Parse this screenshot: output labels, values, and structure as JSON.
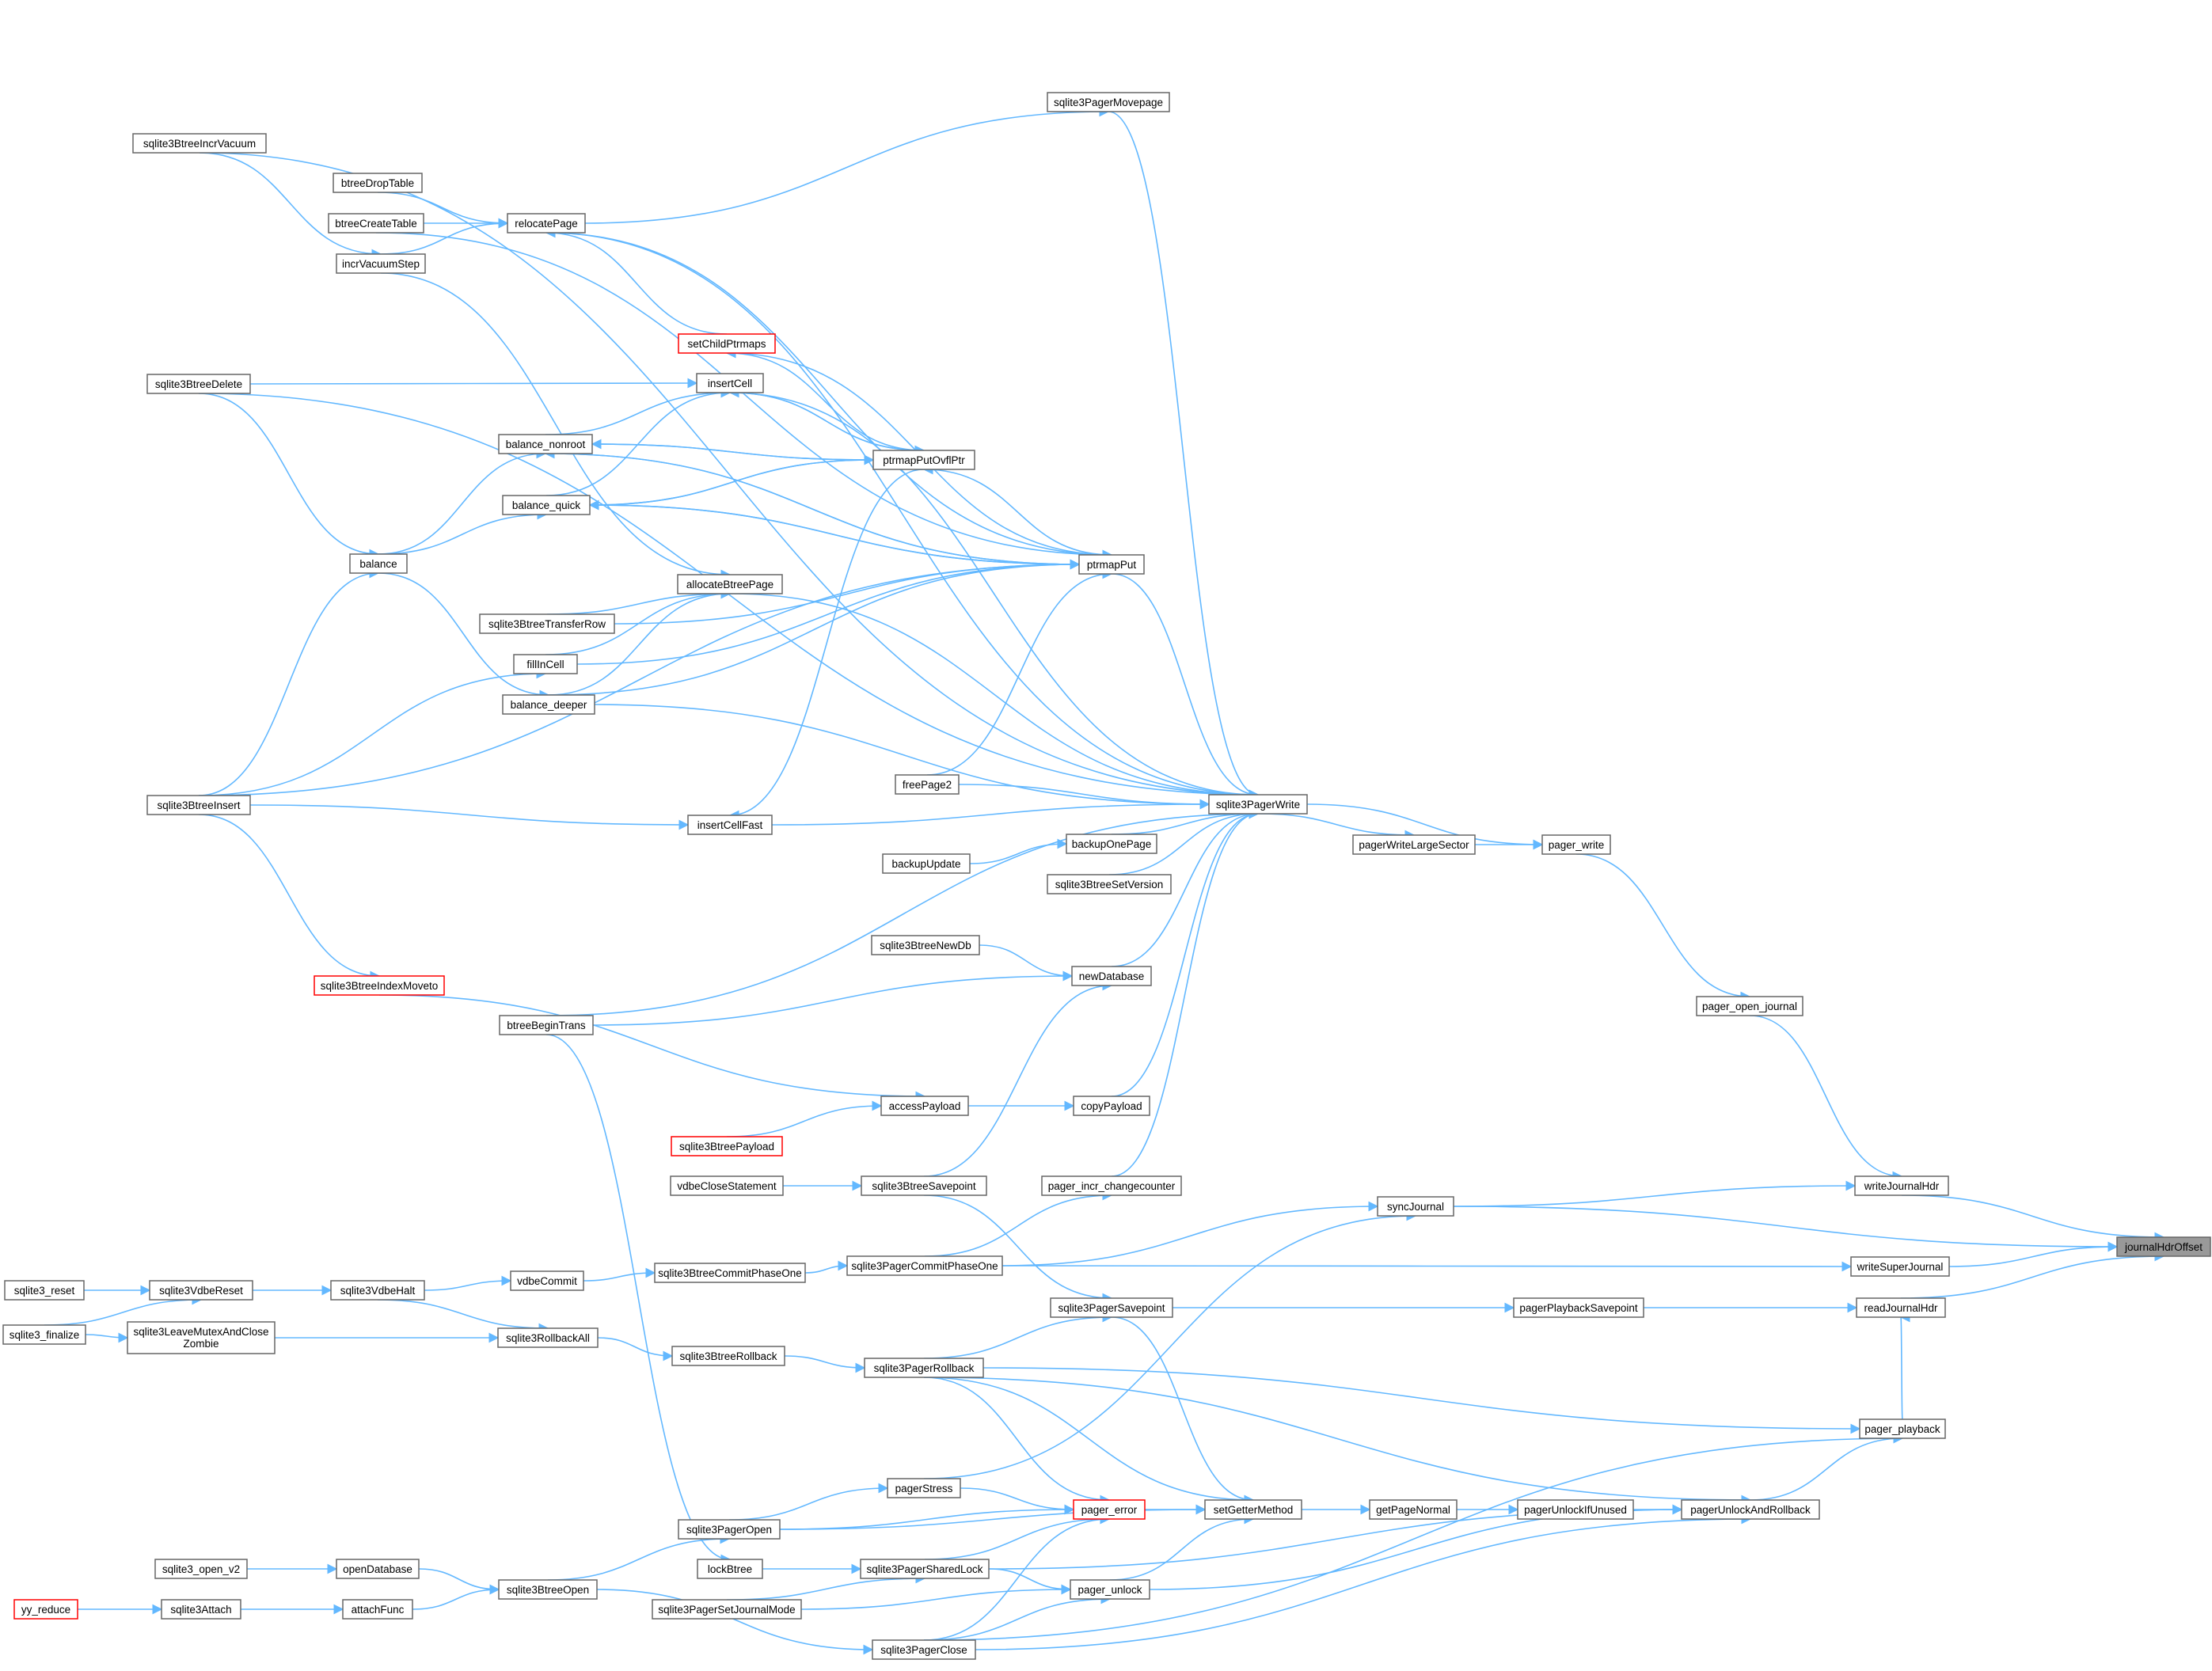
{
  "graph": {
    "title": "",
    "root": "journalHdrOffset",
    "nodes": [
      {
        "id": "sqlite3BtreeIncrVacuum",
        "label": "sqlite3BtreeIncrVacuum"
      },
      {
        "id": "btreeDropTable",
        "label": "btreeDropTable"
      },
      {
        "id": "btreeCreateTable",
        "label": "btreeCreateTable"
      },
      {
        "id": "incrVacuumStep",
        "label": "incrVacuumStep"
      },
      {
        "id": "relocatePage",
        "label": "relocatePage"
      },
      {
        "id": "sqlite3PagerMovepage",
        "label": "sqlite3PagerMovepage"
      },
      {
        "id": "setChildPtrmaps",
        "label": "setChildPtrmaps",
        "truncated": true
      },
      {
        "id": "sqlite3BtreeDelete",
        "label": "sqlite3BtreeDelete"
      },
      {
        "id": "insertCell",
        "label": "insertCell"
      },
      {
        "id": "balance_nonroot",
        "label": "balance_nonroot"
      },
      {
        "id": "ptrmapPutOvflPtr",
        "label": "ptrmapPutOvflPtr"
      },
      {
        "id": "balance_quick",
        "label": "balance_quick"
      },
      {
        "id": "balance",
        "label": "balance"
      },
      {
        "id": "ptrmapPut",
        "label": "ptrmapPut"
      },
      {
        "id": "allocateBtreePage",
        "label": "allocateBtreePage"
      },
      {
        "id": "sqlite3BtreeTransferRow",
        "label": "sqlite3BtreeTransferRow"
      },
      {
        "id": "fillInCell",
        "label": "fillInCell"
      },
      {
        "id": "balance_deeper",
        "label": "balance_deeper"
      },
      {
        "id": "freePage2",
        "label": "freePage2"
      },
      {
        "id": "sqlite3BtreeInsert",
        "label": "sqlite3BtreeInsert"
      },
      {
        "id": "sqlite3PagerWrite",
        "label": "sqlite3PagerWrite"
      },
      {
        "id": "insertCellFast",
        "label": "insertCellFast"
      },
      {
        "id": "backupUpdate",
        "label": "backupUpdate"
      },
      {
        "id": "backupOnePage",
        "label": "backupOnePage"
      },
      {
        "id": "pagerWriteLargeSector",
        "label": "pagerWriteLargeSector"
      },
      {
        "id": "pager_write",
        "label": "pager_write"
      },
      {
        "id": "sqlite3BtreeSetVersion",
        "label": "sqlite3BtreeSetVersion"
      },
      {
        "id": "sqlite3BtreeNewDb",
        "label": "sqlite3BtreeNewDb"
      },
      {
        "id": "newDatabase",
        "label": "newDatabase"
      },
      {
        "id": "sqlite3BtreeIndexMoveto",
        "label": "sqlite3BtreeIndexMoveto",
        "truncated": true
      },
      {
        "id": "btreeBeginTrans",
        "label": "btreeBeginTrans"
      },
      {
        "id": "pager_open_journal",
        "label": "pager_open_journal"
      },
      {
        "id": "accessPayload",
        "label": "accessPayload"
      },
      {
        "id": "copyPayload",
        "label": "copyPayload"
      },
      {
        "id": "sqlite3BtreePayload",
        "label": "sqlite3BtreePayload",
        "truncated": true
      },
      {
        "id": "vdbeCloseStatement",
        "label": "vdbeCloseStatement"
      },
      {
        "id": "sqlite3BtreeSavepoint",
        "label": "sqlite3BtreeSavepoint"
      },
      {
        "id": "pager_incr_changecounter",
        "label": "pager_incr_changecounter"
      },
      {
        "id": "writeJournalHdr",
        "label": "writeJournalHdr"
      },
      {
        "id": "syncJournal",
        "label": "syncJournal"
      },
      {
        "id": "journalHdrOffset",
        "label": "journalHdrOffset",
        "root": true
      },
      {
        "id": "sqlite3_reset",
        "label": "sqlite3_reset"
      },
      {
        "id": "sqlite3VdbeReset",
        "label": "sqlite3VdbeReset"
      },
      {
        "id": "sqlite3VdbeHalt",
        "label": "sqlite3VdbeHalt"
      },
      {
        "id": "vdbeCommit",
        "label": "vdbeCommit"
      },
      {
        "id": "sqlite3BtreeCommitPhaseOne",
        "label": "sqlite3BtreeCommitPhaseOne"
      },
      {
        "id": "sqlite3PagerCommitPhaseOne",
        "label": "sqlite3PagerCommitPhaseOne"
      },
      {
        "id": "writeSuperJournal",
        "label": "writeSuperJournal"
      },
      {
        "id": "sqlite3_finalize",
        "label": "sqlite3_finalize"
      },
      {
        "id": "sqlite3LeaveMutexAndCloseZombie",
        "label": "sqlite3LeaveMutexAndClose\nZombie"
      },
      {
        "id": "sqlite3RollbackAll",
        "label": "sqlite3RollbackAll"
      },
      {
        "id": "sqlite3PagerSavepoint",
        "label": "sqlite3PagerSavepoint"
      },
      {
        "id": "pagerPlaybackSavepoint",
        "label": "pagerPlaybackSavepoint"
      },
      {
        "id": "readJournalHdr",
        "label": "readJournalHdr"
      },
      {
        "id": "sqlite3BtreeRollback",
        "label": "sqlite3BtreeRollback"
      },
      {
        "id": "sqlite3PagerRollback",
        "label": "sqlite3PagerRollback"
      },
      {
        "id": "pager_playback",
        "label": "pager_playback"
      },
      {
        "id": "pagerStress",
        "label": "pagerStress"
      },
      {
        "id": "pager_error",
        "label": "pager_error",
        "truncated": true
      },
      {
        "id": "setGetterMethod",
        "label": "setGetterMethod"
      },
      {
        "id": "getPageNormal",
        "label": "getPageNormal"
      },
      {
        "id": "pagerUnlockIfUnused",
        "label": "pagerUnlockIfUnused"
      },
      {
        "id": "pagerUnlockAndRollback",
        "label": "pagerUnlockAndRollback"
      },
      {
        "id": "sqlite3PagerOpen",
        "label": "sqlite3PagerOpen"
      },
      {
        "id": "sqlite3_open_v2",
        "label": "sqlite3_open_v2"
      },
      {
        "id": "openDatabase",
        "label": "openDatabase"
      },
      {
        "id": "lockBtree",
        "label": "lockBtree"
      },
      {
        "id": "sqlite3PagerSharedLock",
        "label": "sqlite3PagerSharedLock"
      },
      {
        "id": "pager_unlock",
        "label": "pager_unlock"
      },
      {
        "id": "yy_reduce",
        "label": "yy_reduce",
        "truncated": true
      },
      {
        "id": "sqlite3Attach",
        "label": "sqlite3Attach"
      },
      {
        "id": "attachFunc",
        "label": "attachFunc"
      },
      {
        "id": "sqlite3BtreeOpen",
        "label": "sqlite3BtreeOpen"
      },
      {
        "id": "sqlite3PagerSetJournalMode",
        "label": "sqlite3PagerSetJournalMode"
      },
      {
        "id": "sqlite3PagerClose",
        "label": "sqlite3PagerClose"
      }
    ],
    "edges": [
      [
        "sqlite3PagerWrite",
        "sqlite3BtreeIncrVacuum"
      ],
      [
        "incrVacuumStep",
        "sqlite3BtreeIncrVacuum"
      ],
      [
        "relocatePage",
        "btreeDropTable"
      ],
      [
        "relocatePage",
        "btreeCreateTable"
      ],
      [
        "ptrmapPut",
        "btreeCreateTable"
      ],
      [
        "relocatePage",
        "incrVacuumStep"
      ],
      [
        "allocateBtreePage",
        "incrVacuumStep"
      ],
      [
        "sqlite3PagerWrite",
        "relocatePage"
      ],
      [
        "sqlite3PagerMovepage",
        "relocatePage"
      ],
      [
        "ptrmapPut",
        "relocatePage"
      ],
      [
        "sqlite3PagerWrite",
        "sqlite3PagerMovepage"
      ],
      [
        "relocatePage",
        "setChildPtrmaps"
      ],
      [
        "sqlite3PagerWrite",
        "sqlite3BtreeDelete"
      ],
      [
        "insertCell",
        "sqlite3BtreeDelete"
      ],
      [
        "sqlite3PagerWrite",
        "insertCell"
      ],
      [
        "ptrmapPutOvflPtr",
        "insertCell"
      ],
      [
        "insertCell",
        "balance_nonroot"
      ],
      [
        "ptrmapPutOvflPtr",
        "balance_nonroot"
      ],
      [
        "ptrmapPut",
        "balance_nonroot"
      ],
      [
        "setChildPtrmaps",
        "ptrmapPutOvflPtr"
      ],
      [
        "insertCell",
        "ptrmapPutOvflPtr"
      ],
      [
        "balance_nonroot",
        "ptrmapPutOvflPtr"
      ],
      [
        "balance_quick",
        "ptrmapPutOvflPtr"
      ],
      [
        "insertCellFast",
        "ptrmapPutOvflPtr"
      ],
      [
        "insertCell",
        "balance_quick"
      ],
      [
        "ptrmapPutOvflPtr",
        "balance_quick"
      ],
      [
        "ptrmapPut",
        "balance_quick"
      ],
      [
        "balance_nonroot",
        "balance"
      ],
      [
        "balance_quick",
        "balance"
      ],
      [
        "balance_deeper",
        "balance"
      ],
      [
        "sqlite3PagerWrite",
        "ptrmapPut"
      ],
      [
        "setChildPtrmaps",
        "ptrmapPut"
      ],
      [
        "balance_nonroot",
        "ptrmapPut"
      ],
      [
        "ptrmapPutOvflPtr",
        "ptrmapPut"
      ],
      [
        "balance_quick",
        "ptrmapPut"
      ],
      [
        "sqlite3PagerWrite",
        "allocateBtreePage"
      ],
      [
        "allocateBtreePage",
        "sqlite3BtreeTransferRow"
      ],
      [
        "ptrmapPut",
        "sqlite3BtreeTransferRow"
      ],
      [
        "allocateBtreePage",
        "fillInCell"
      ],
      [
        "ptrmapPut",
        "fillInCell"
      ],
      [
        "allocateBtreePage",
        "balance_deeper"
      ],
      [
        "ptrmapPut",
        "balance_deeper"
      ],
      [
        "sqlite3PagerWrite",
        "balance_deeper"
      ],
      [
        "sqlite3PagerWrite",
        "freePage2"
      ],
      [
        "ptrmapPut",
        "freePage2"
      ],
      [
        "balance",
        "sqlite3BtreeInsert"
      ],
      [
        "fillInCell",
        "sqlite3BtreeInsert"
      ],
      [
        "insertCellFast",
        "sqlite3BtreeInsert"
      ],
      [
        "balance",
        "sqlite3BtreeDelete"
      ],
      [
        "ptrmapPut",
        "sqlite3BtreeInsert"
      ],
      [
        "sqlite3BtreeIndexMoveto",
        "sqlite3BtreeInsert"
      ],
      [
        "pager_write",
        "sqlite3PagerWrite"
      ],
      [
        "pagerWriteLargeSector",
        "sqlite3PagerWrite"
      ],
      [
        "sqlite3PagerWrite",
        "insertCellFast"
      ],
      [
        "backupOnePage",
        "backupUpdate"
      ],
      [
        "sqlite3PagerWrite",
        "backupOnePage"
      ],
      [
        "pager_write",
        "pagerWriteLargeSector"
      ],
      [
        "pager_open_journal",
        "pager_write"
      ],
      [
        "sqlite3PagerWrite",
        "sqlite3BtreeSetVersion"
      ],
      [
        "newDatabase",
        "sqlite3BtreeNewDb"
      ],
      [
        "sqlite3PagerWrite",
        "newDatabase"
      ],
      [
        "accessPayload",
        "sqlite3BtreeIndexMoveto"
      ],
      [
        "sqlite3PagerWrite",
        "btreeBeginTrans"
      ],
      [
        "newDatabase",
        "btreeBeginTrans"
      ],
      [
        "writeJournalHdr",
        "pager_open_journal"
      ],
      [
        "copyPayload",
        "accessPayload"
      ],
      [
        "sqlite3PagerWrite",
        "copyPayload"
      ],
      [
        "accessPayload",
        "sqlite3BtreePayload"
      ],
      [
        "sqlite3BtreeSavepoint",
        "vdbeCloseStatement"
      ],
      [
        "newDatabase",
        "sqlite3BtreeSavepoint"
      ],
      [
        "sqlite3PagerWrite",
        "pager_incr_changecounter"
      ],
      [
        "journalHdrOffset",
        "writeJournalHdr"
      ],
      [
        "writeJournalHdr",
        "syncJournal"
      ],
      [
        "journalHdrOffset",
        "syncJournal"
      ],
      [
        "sqlite3VdbeReset",
        "sqlite3_reset"
      ],
      [
        "sqlite3VdbeHalt",
        "sqlite3VdbeReset"
      ],
      [
        "vdbeCommit",
        "sqlite3VdbeHalt"
      ],
      [
        "sqlite3BtreeCommitPhaseOne",
        "vdbeCommit"
      ],
      [
        "sqlite3PagerCommitPhaseOne",
        "sqlite3BtreeCommitPhaseOne"
      ],
      [
        "pager_incr_changecounter",
        "sqlite3PagerCommitPhaseOne"
      ],
      [
        "syncJournal",
        "sqlite3PagerCommitPhaseOne"
      ],
      [
        "writeSuperJournal",
        "sqlite3PagerCommitPhaseOne"
      ],
      [
        "journalHdrOffset",
        "writeSuperJournal"
      ],
      [
        "sqlite3VdbeReset",
        "sqlite3_finalize"
      ],
      [
        "sqlite3LeaveMutexAndCloseZombie",
        "sqlite3_finalize"
      ],
      [
        "sqlite3RollbackAll",
        "sqlite3LeaveMutexAndCloseZombie"
      ],
      [
        "sqlite3RollbackAll",
        "sqlite3VdbeHalt"
      ],
      [
        "sqlite3BtreeRollback",
        "sqlite3RollbackAll"
      ],
      [
        "sqlite3PagerSavepoint",
        "sqlite3BtreeSavepoint"
      ],
      [
        "pagerPlaybackSavepoint",
        "sqlite3PagerSavepoint"
      ],
      [
        "readJournalHdr",
        "pagerPlaybackSavepoint"
      ],
      [
        "journalHdrOffset",
        "readJournalHdr"
      ],
      [
        "sqlite3PagerRollback",
        "sqlite3BtreeRollback"
      ],
      [
        "sqlite3PagerSavepoint",
        "sqlite3PagerRollback"
      ],
      [
        "pager_playback",
        "sqlite3PagerRollback"
      ],
      [
        "pagerUnlockAndRollback",
        "sqlite3PagerRollback"
      ],
      [
        "readJournalHdr",
        "pager_playback"
      ],
      [
        "syncJournal",
        "pagerStress"
      ],
      [
        "pagerStress",
        "sqlite3PagerOpen"
      ],
      [
        "setGetterMethod",
        "pager_error"
      ],
      [
        "pager_error",
        "sqlite3PagerRollback"
      ],
      [
        "pager_error",
        "pagerStress"
      ],
      [
        "setGetterMethod",
        "sqlite3PagerSavepoint"
      ],
      [
        "setGetterMethod",
        "sqlite3PagerRollback"
      ],
      [
        "getPageNormal",
        "setGetterMethod"
      ],
      [
        "pagerUnlockIfUnused",
        "getPageNormal"
      ],
      [
        "pagerUnlockAndRollback",
        "pagerUnlockIfUnused"
      ],
      [
        "pager_playback",
        "pagerUnlockAndRollback"
      ],
      [
        "sqlite3PagerOpen",
        "sqlite3BtreeOpen"
      ],
      [
        "pager_error",
        "sqlite3PagerOpen"
      ],
      [
        "setGetterMethod",
        "sqlite3PagerOpen"
      ],
      [
        "openDatabase",
        "sqlite3_open_v2"
      ],
      [
        "sqlite3BtreeOpen",
        "openDatabase"
      ],
      [
        "sqlite3PagerSharedLock",
        "lockBtree"
      ],
      [
        "lockBtree",
        "btreeBeginTrans"
      ],
      [
        "pager_error",
        "sqlite3PagerSharedLock"
      ],
      [
        "pager_unlock",
        "sqlite3PagerSharedLock"
      ],
      [
        "pagerUnlockAndRollback",
        "pager_unlock"
      ],
      [
        "setGetterMethod",
        "pager_unlock"
      ],
      [
        "sqlite3Attach",
        "yy_reduce"
      ],
      [
        "attachFunc",
        "sqlite3Attach"
      ],
      [
        "sqlite3BtreeOpen",
        "attachFunc"
      ],
      [
        "sqlite3PagerClose",
        "sqlite3BtreeOpen"
      ],
      [
        "pager_unlock",
        "sqlite3PagerSetJournalMode"
      ],
      [
        "sqlite3PagerSharedLock",
        "sqlite3PagerSetJournalMode"
      ],
      [
        "pager_unlock",
        "sqlite3PagerClose"
      ],
      [
        "pager_error",
        "sqlite3PagerClose"
      ],
      [
        "pagerUnlockAndRollback",
        "sqlite3PagerClose"
      ],
      [
        "pager_playback",
        "sqlite3PagerClose"
      ],
      [
        "pagerUnlockAndRollback",
        "sqlite3PagerSharedLock"
      ]
    ]
  }
}
